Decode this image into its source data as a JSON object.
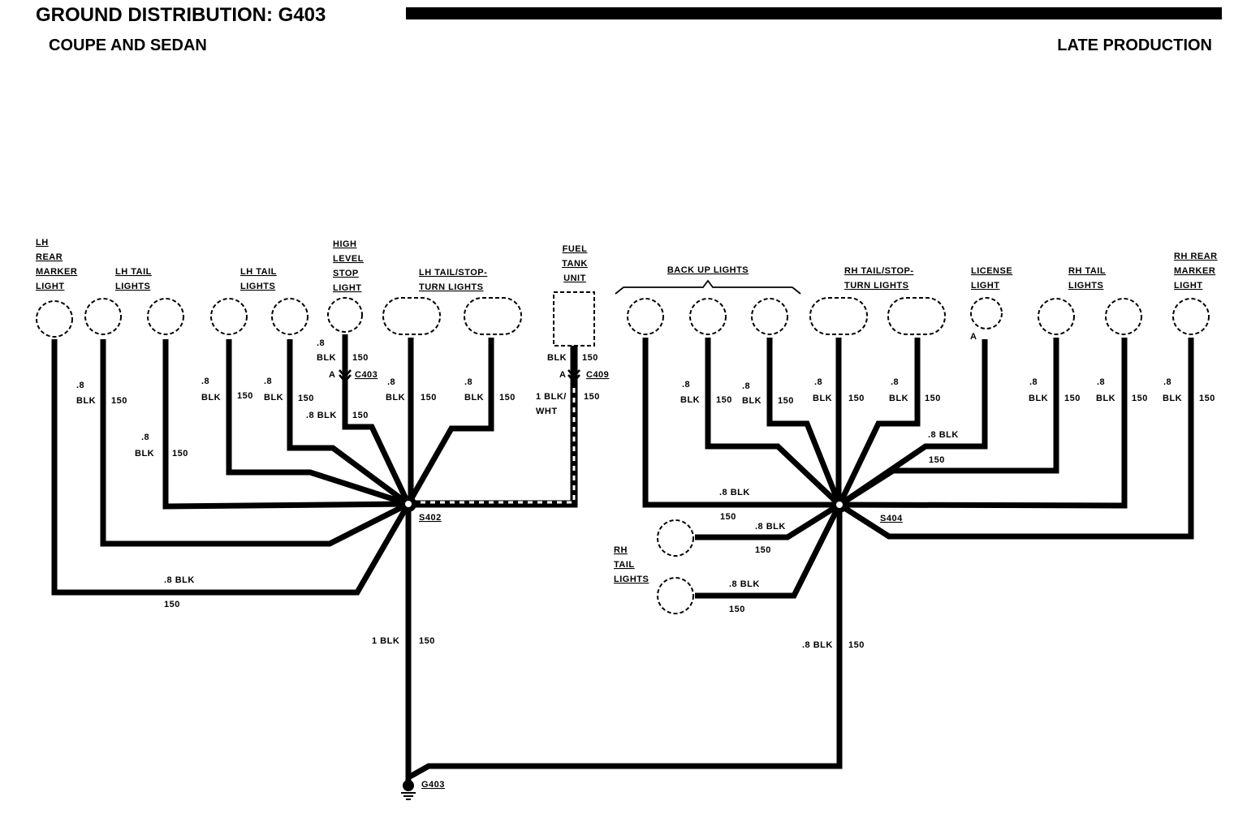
{
  "header": {
    "title": "GROUND DISTRIBUTION: G403",
    "subtitle": "COUPE AND SEDAN",
    "production": "LATE PRODUCTION"
  },
  "components": {
    "lh_rear_marker": [
      "LH",
      "REAR",
      "MARKER",
      "LIGHT"
    ],
    "lh_tail_1": [
      "LH TAIL",
      "LIGHTS"
    ],
    "lh_tail_2": [
      "LH TAIL",
      "LIGHTS"
    ],
    "high_level_stop": [
      "HIGH",
      "LEVEL",
      "STOP",
      "LIGHT"
    ],
    "lh_tail_stop_turn": [
      "LH TAIL/STOP-",
      "TURN LIGHTS"
    ],
    "fuel_tank_unit": [
      "FUEL",
      "TANK",
      "UNIT"
    ],
    "back_up_lights": "BACK UP LIGHTS",
    "rh_tail_stop_turn": [
      "RH TAIL/STOP-",
      "TURN LIGHTS"
    ],
    "license_light": [
      "LICENSE",
      "LIGHT"
    ],
    "rh_tail_upper": [
      "RH TAIL",
      "LIGHTS"
    ],
    "rh_rear_marker": [
      "RH REAR",
      "MARKER",
      "LIGHT"
    ],
    "rh_tail_lower": [
      "RH",
      "TAIL",
      "LIGHTS"
    ]
  },
  "splices": {
    "s402": "S402",
    "s404": "S404"
  },
  "connectors": {
    "c403": "C403",
    "c409": "C409",
    "pin_a": "A"
  },
  "ground": {
    "label": "G403"
  },
  "wire_labels": {
    "p8": ".8",
    "blk": "BLK",
    "p8blk": ".8 BLK",
    "circuit": "150",
    "one_blk": "1 BLK",
    "one_blk_wht_1": "1 BLK/",
    "one_blk_wht_2": "WHT"
  }
}
